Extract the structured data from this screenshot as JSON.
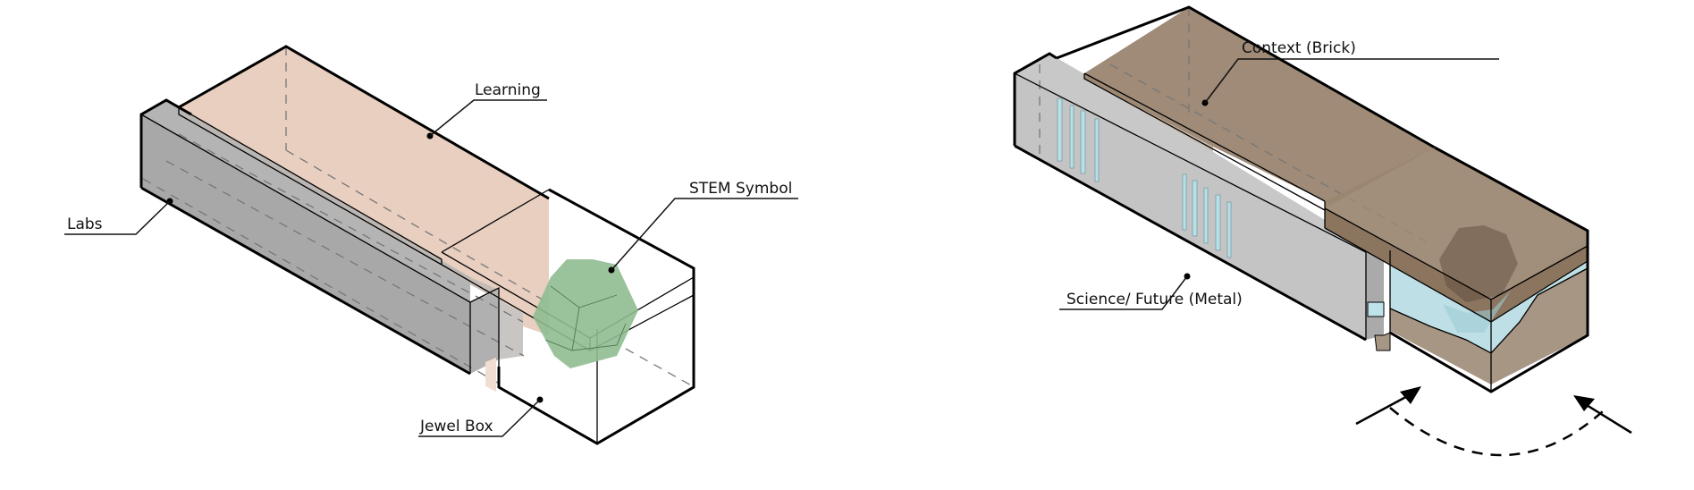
{
  "diagram": {
    "title": "Building massing concept diagrams",
    "left_panel": {
      "labels": {
        "labs": "Labs",
        "learning": "Learning",
        "stem_symbol": "STEM Symbol",
        "jewel_box": "Jewel Box"
      }
    },
    "right_panel": {
      "labels": {
        "context": "Context (Brick)",
        "science": "Science/ Future (Metal)"
      },
      "arrows": [
        "approach-arrow-left",
        "approach-arrow-right"
      ]
    },
    "colors": {
      "learning_fill": "#e8cfc0",
      "labs_fill": "#a9a9a9",
      "stem_fill": "#8fbb90",
      "brick_fill": "#9a8570",
      "brick_side": "#8b755f",
      "metal_fill": "#c4c4c4",
      "glass_fill": "#bfe3ea",
      "window_fill": "#b5e0e8"
    }
  }
}
